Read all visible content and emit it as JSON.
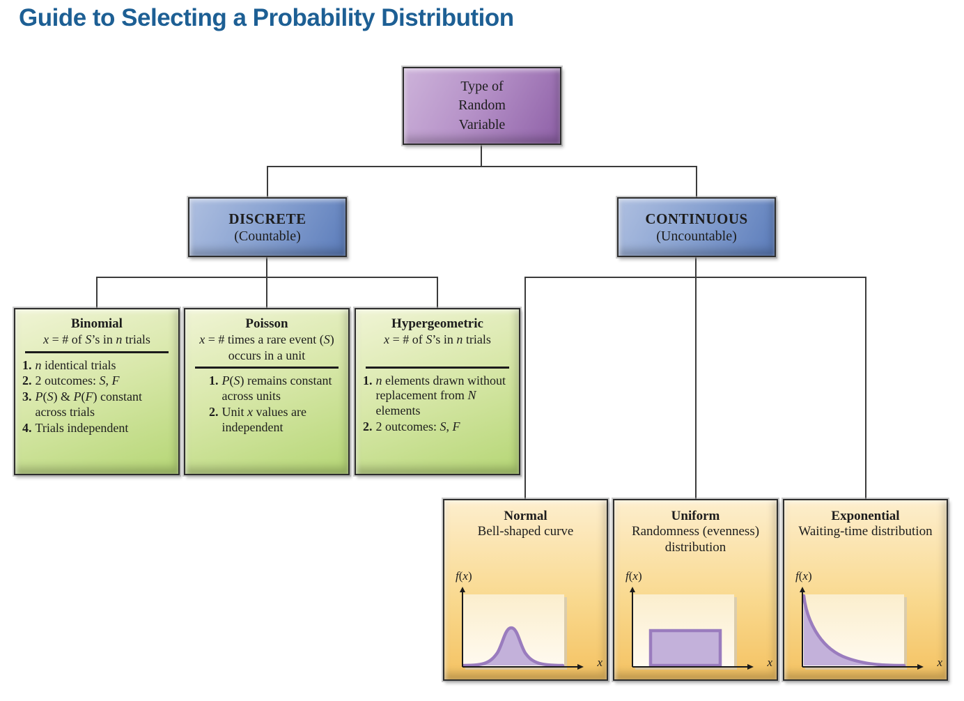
{
  "page": {
    "title": "Guide to Selecting a Probability Distribution"
  },
  "root": {
    "label": "Type of\nRandom\nVariable"
  },
  "branches": {
    "discrete": {
      "title": "DISCRETE",
      "subtitle": "(Countable)"
    },
    "continuous": {
      "title": "CONTINUOUS",
      "subtitle": "(Uncountable)"
    }
  },
  "discrete": {
    "nodes": [
      {
        "title": "Binomial",
        "subtitle_runs": [
          {
            "i": "x"
          },
          " = # of ",
          {
            "i": "S"
          },
          "’s in ",
          {
            "i": "n"
          },
          " trials"
        ],
        "items": [
          {
            "num": "1.",
            "runs": [
              {
                "i": "n"
              },
              " identical trials"
            ]
          },
          {
            "num": "2.",
            "runs": [
              "2 outcomes: ",
              {
                "i": "S"
              },
              ", ",
              {
                "i": "F"
              }
            ]
          },
          {
            "num": "3.",
            "runs": [
              {
                "i": "P"
              },
              "(",
              {
                "i": "S"
              },
              ") & ",
              {
                "i": "P"
              },
              "(",
              {
                "i": "F"
              },
              ") constant across trials"
            ]
          },
          {
            "num": "4.",
            "runs": [
              "Trials independent"
            ]
          }
        ]
      },
      {
        "title": "Poisson",
        "subtitle_runs": [
          {
            "i": "x"
          },
          " = # times a rare event (",
          {
            "i": "S"
          },
          ") occurs in a unit"
        ],
        "items": [
          {
            "num": "1.",
            "runs": [
              {
                "i": "P"
              },
              "(",
              {
                "i": "S"
              },
              ") remains constant across units"
            ]
          },
          {
            "num": "2.",
            "runs": [
              "Unit ",
              {
                "i": "x"
              },
              " values are independent"
            ]
          }
        ]
      },
      {
        "title": "Hypergeometric",
        "subtitle_runs": [
          {
            "i": "x"
          },
          " = # of ",
          {
            "i": "S"
          },
          "’s in ",
          {
            "i": "n"
          },
          " trials"
        ],
        "items": [
          {
            "num": "1.",
            "runs": [
              {
                "i": "n"
              },
              " elements drawn without replacement from ",
              {
                "i": "N"
              },
              " elements"
            ]
          },
          {
            "num": "2.",
            "runs": [
              "2 outcomes: ",
              {
                "i": "S"
              },
              ", ",
              {
                "i": "F"
              }
            ]
          }
        ]
      }
    ]
  },
  "continuous": {
    "nodes": [
      {
        "title": "Normal",
        "subtitle": "Bell-shaped curve",
        "graph": {
          "shape": "bell-curve",
          "ylabel_runs": [
            {
              "i": "f"
            },
            "(",
            {
              "i": "x"
            },
            ")"
          ],
          "xlabel_runs": [
            {
              "i": "x"
            }
          ]
        }
      },
      {
        "title": "Uniform",
        "subtitle": "Randomness (evenness) distribution",
        "graph": {
          "shape": "uniform-rectangle",
          "ylabel_runs": [
            {
              "i": "f"
            },
            "(",
            {
              "i": "x"
            },
            ")"
          ],
          "xlabel_runs": [
            {
              "i": "x"
            }
          ]
        }
      },
      {
        "title": "Exponential",
        "subtitle": "Waiting-time distribution",
        "graph": {
          "shape": "exponential-decay",
          "ylabel_runs": [
            {
              "i": "f"
            },
            "(",
            {
              "i": "x"
            },
            ")"
          ],
          "xlabel_runs": [
            {
              "i": "x"
            }
          ]
        }
      }
    ]
  },
  "colors": {
    "title_text": "#1d5f94",
    "root_box": "#9a6cb0",
    "branch_box": "#6b89c4",
    "discrete_node_box": "#c4df86",
    "continuous_node_box": "#f8cf7e",
    "curve_fill": "#c3b1da",
    "curve_stroke": "#9a7cbe",
    "connector": "#3b3b3b"
  }
}
